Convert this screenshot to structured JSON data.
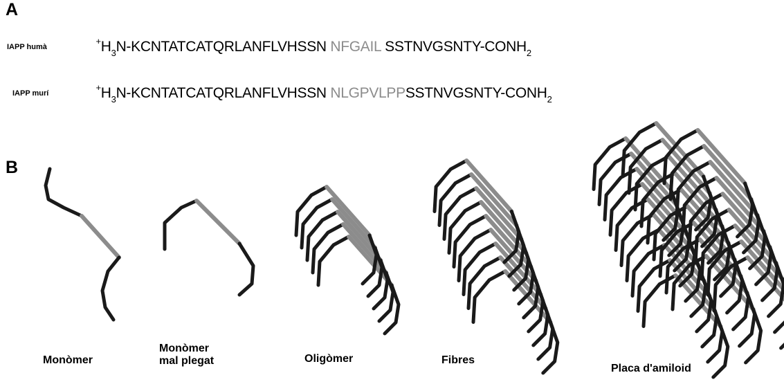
{
  "panels": {
    "a": "A",
    "b": "B"
  },
  "sequences": [
    {
      "species": "IAPP humà",
      "charge": "+",
      "prefix_main": "H",
      "prefix_sub": "3",
      "prefix_rest": "N-KCNTATCATQRLANFLVHSSN ",
      "highlight": "NFGAIL",
      "suffix_main": " SSTNVGSNTY-CONH",
      "suffix_sub": "2"
    },
    {
      "species": "IAPP murí",
      "charge": "+",
      "prefix_main": "H",
      "prefix_sub": "3",
      "prefix_rest": "N-KCNTATCATQRLANFLVHSSN ",
      "highlight": "NLGPVLPP",
      "suffix_main": "SSTNVGSNTY-CONH",
      "suffix_sub": "2"
    }
  ],
  "stages": [
    {
      "label": "Monòmer"
    },
    {
      "label_line1": "Monòmer",
      "label_line2": "mal plegat"
    },
    {
      "label": "Oligòmer"
    },
    {
      "label": "Fibres"
    },
    {
      "label": "Placa d'amiloid"
    }
  ],
  "colors": {
    "strand": "#1a1a1a",
    "sheet": "#8c8c8c"
  }
}
